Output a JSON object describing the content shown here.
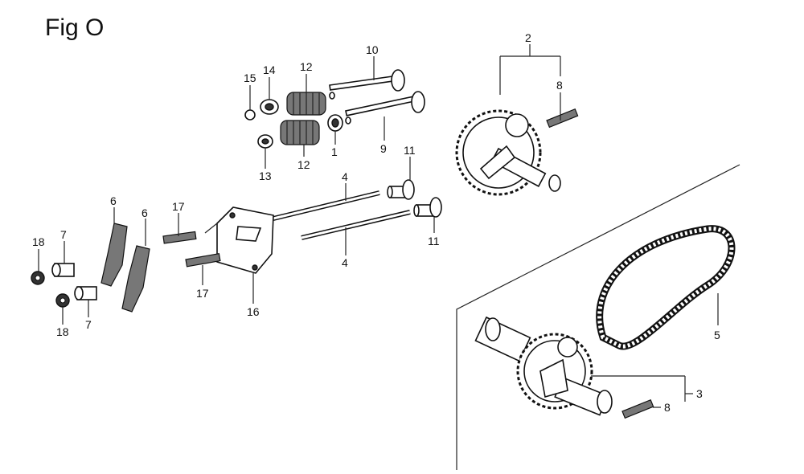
{
  "figure": {
    "title": "Fig O"
  },
  "callouts": {
    "c1": "1",
    "c2": "2",
    "c3": "3",
    "c4a": "4",
    "c4b": "4",
    "c5": "5",
    "c6a": "6",
    "c6b": "6",
    "c7a": "7",
    "c7b": "7",
    "c8a": "8",
    "c8b": "8",
    "c9": "9",
    "c10": "10",
    "c11a": "11",
    "c11b": "11",
    "c12a": "12",
    "c12b": "12",
    "c13": "13",
    "c14": "14",
    "c15": "15",
    "c16": "16",
    "c17a": "17",
    "c17b": "17",
    "c18a": "18",
    "c18b": "18"
  }
}
